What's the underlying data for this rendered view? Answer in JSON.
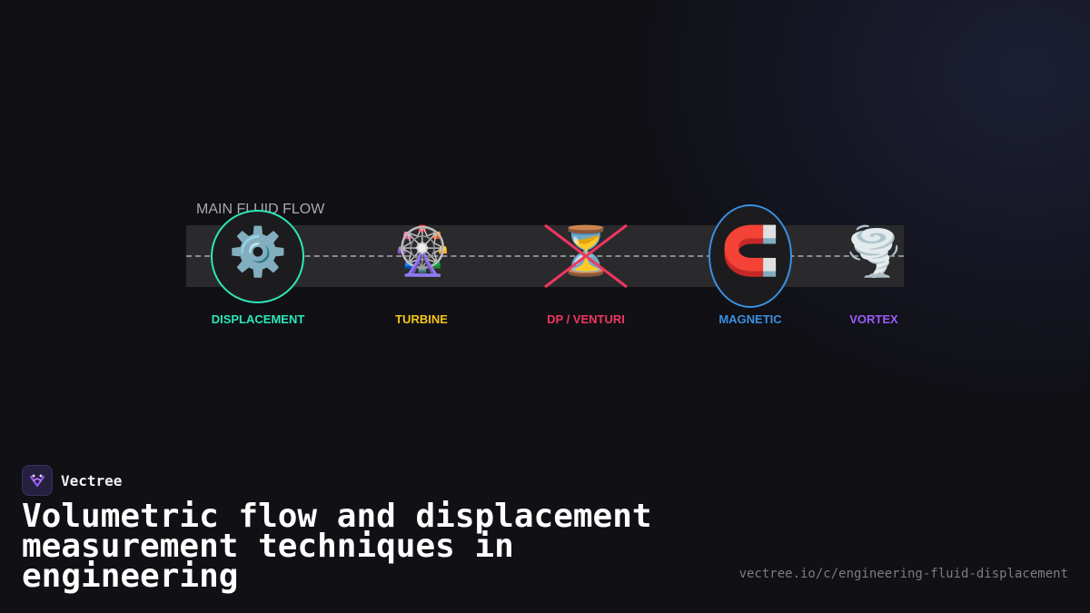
{
  "diagram": {
    "pipe_label": "MAIN FLUID FLOW",
    "stages": [
      {
        "label": "DISPLACEMENT",
        "icon": "⚙️",
        "icon_name": "gear-icon",
        "color": "#2ee6b6"
      },
      {
        "label": "TURBINE",
        "icon": "🎡",
        "icon_name": "ferris-wheel-icon",
        "color": "#f5c518"
      },
      {
        "label": "DP / VENTURI",
        "icon": "⏳",
        "icon_name": "hourglass-icon",
        "color": "#f0365f"
      },
      {
        "label": "MAGNETIC",
        "icon": "🧲",
        "icon_name": "magnet-icon",
        "color": "#3b8fe0"
      },
      {
        "label": "VORTEX",
        "icon": "🌪️",
        "icon_name": "tornado-icon",
        "color": "#9b5cf6"
      }
    ]
  },
  "brand": {
    "name": "Vectree",
    "logo_icon": "vectree-logo-icon"
  },
  "title": "Volumetric flow and displacement measurement techniques in engineering",
  "url": "vectree.io/c/engineering-fluid-displacement"
}
